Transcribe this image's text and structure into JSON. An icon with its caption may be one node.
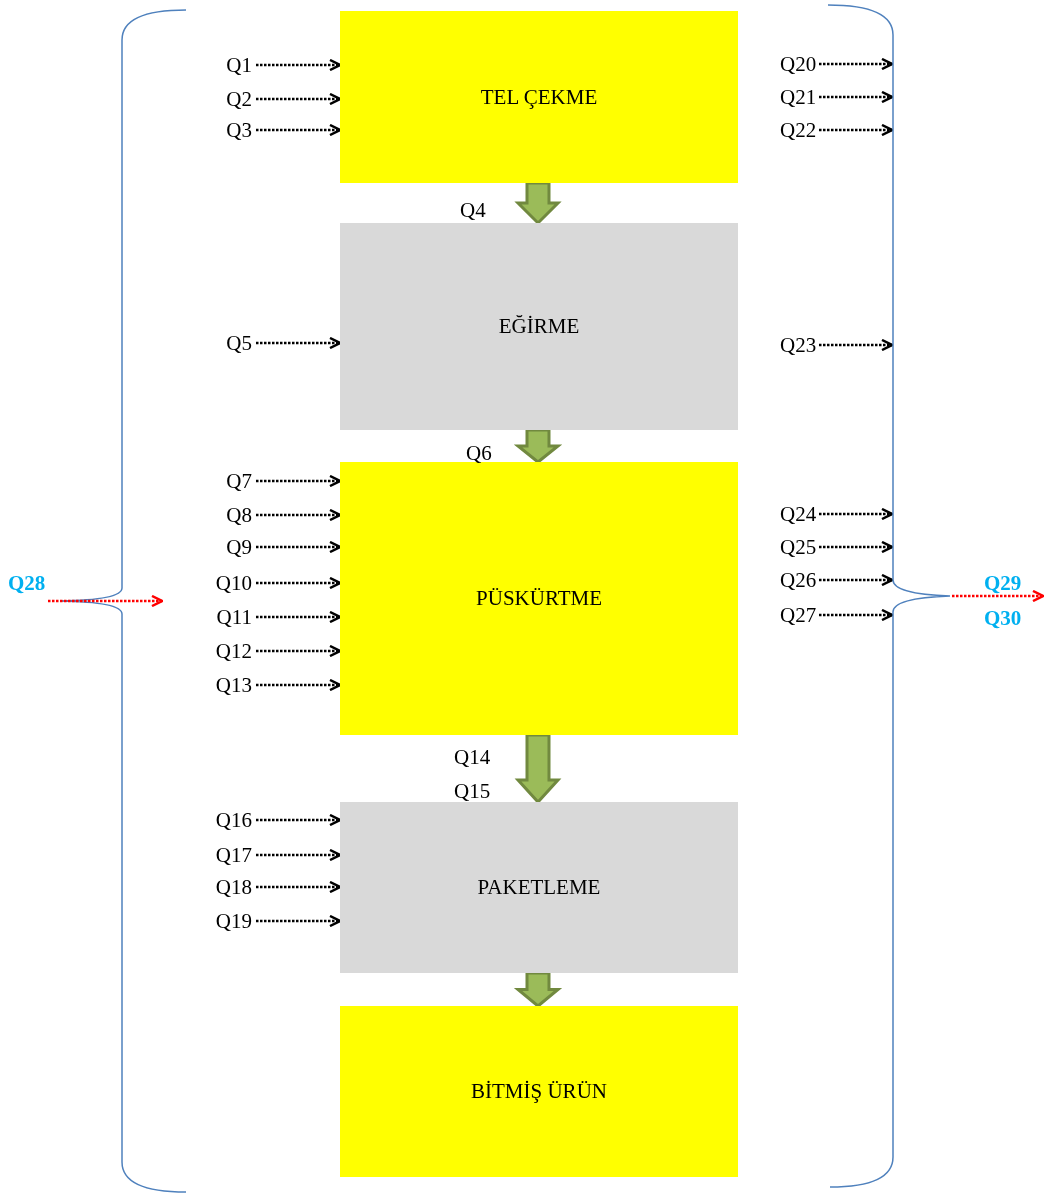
{
  "diagram": {
    "nodes": [
      {
        "text": [
          "TEL ÇEKME"
        ]
      },
      {
        "text": [
          "EĞİRME"
        ]
      },
      {
        "text": [
          "PÜSKÜRTME"
        ]
      },
      {
        "text": [
          "PAKETLEME"
        ]
      },
      {
        "text": [
          "BİTMİŞ ÜRÜN"
        ]
      },
      {
        "text": [],
        "shape": "bracket"
      },
      {
        "text": [
          "Q1"
        ]
      },
      {
        "text": [
          "Q2"
        ]
      },
      {
        "text": [
          "Q3"
        ]
      },
      {
        "text": [
          "Q5"
        ]
      },
      {
        "text": [
          "Q7"
        ]
      },
      {
        "text": [
          "Q8"
        ]
      },
      {
        "text": [
          "Q9"
        ]
      },
      {
        "text": [
          "Q10"
        ]
      },
      {
        "text": [
          "Q11"
        ]
      },
      {
        "text": [
          "Q12"
        ]
      },
      {
        "text": [
          "Q13"
        ]
      },
      {
        "text": [
          "Q16"
        ]
      },
      {
        "text": [
          "Q17"
        ]
      },
      {
        "text": [
          "Q18"
        ]
      },
      {
        "text": [
          "Q19"
        ]
      },
      {
        "text": [
          "Q20"
        ]
      },
      {
        "text": [
          "Q21"
        ]
      },
      {
        "text": [
          "Q22"
        ]
      },
      {
        "text": [
          "Q23"
        ]
      },
      {
        "text": [
          "Q24"
        ]
      },
      {
        "text": [
          "Q25"
        ]
      },
      {
        "text": [
          "Q26"
        ]
      },
      {
        "text": [
          "Q27"
        ]
      },
      {
        "text": [
          "Q28"
        ]
      }
    ],
    "edges": [
      {
        "from": 0,
        "to": 1,
        "arrow": "to",
        "label": "Q4",
        "style": "thick",
        "color": "#9bbb59"
      },
      {
        "from": 1,
        "to": 2,
        "arrow": "to",
        "label": "Q6",
        "style": "thick",
        "color": "#9bbb59"
      },
      {
        "from": 2,
        "to": 3,
        "arrow": "to",
        "label": "Q14 Q15",
        "style": "thick",
        "color": "#9bbb59"
      },
      {
        "from": 3,
        "to": 4,
        "arrow": "to",
        "style": "thick",
        "color": "#9bbb59"
      },
      {
        "from": 6,
        "to": 0,
        "arrow": "to",
        "style": "dashed"
      },
      {
        "from": 7,
        "to": 0,
        "arrow": "to",
        "style": "dashed"
      },
      {
        "from": 8,
        "to": 0,
        "arrow": "to",
        "style": "dashed"
      },
      {
        "from": 9,
        "to": 1,
        "arrow": "to",
        "style": "dashed"
      },
      {
        "from": 10,
        "to": 2,
        "arrow": "to",
        "style": "dashed"
      },
      {
        "from": 11,
        "to": 2,
        "arrow": "to",
        "style": "dashed"
      },
      {
        "from": 12,
        "to": 2,
        "arrow": "to",
        "style": "dashed"
      },
      {
        "from": 13,
        "to": 2,
        "arrow": "to",
        "style": "dashed"
      },
      {
        "from": 14,
        "to": 2,
        "arrow": "to",
        "style": "dashed"
      },
      {
        "from": 15,
        "to": 2,
        "arrow": "to",
        "style": "dashed"
      },
      {
        "from": 16,
        "to": 2,
        "arrow": "to",
        "style": "dashed"
      },
      {
        "from": 17,
        "to": 3,
        "arrow": "to",
        "style": "dashed"
      },
      {
        "from": 18,
        "to": 3,
        "arrow": "to",
        "style": "dashed"
      },
      {
        "from": 19,
        "to": 3,
        "arrow": "to",
        "style": "dashed"
      },
      {
        "from": 20,
        "to": 3,
        "arrow": "to",
        "style": "dashed"
      },
      {
        "from": 21,
        "to": 5,
        "arrow": "to",
        "style": "dashed"
      },
      {
        "from": 22,
        "to": 5,
        "arrow": "to",
        "style": "dashed"
      },
      {
        "from": 23,
        "to": 5,
        "arrow": "to",
        "style": "dashed"
      },
      {
        "from": 24,
        "to": 5,
        "arrow": "to",
        "style": "dashed"
      },
      {
        "from": 25,
        "to": 5,
        "arrow": "to",
        "style": "dashed"
      },
      {
        "from": 26,
        "to": 5,
        "arrow": "to",
        "style": "dashed"
      },
      {
        "from": 27,
        "to": 5,
        "arrow": "to",
        "style": "dashed"
      },
      {
        "from": 28,
        "to": 5,
        "arrow": "to",
        "style": "dashed"
      },
      {
        "from": 29,
        "to": null,
        "arrow": "to",
        "style": "dashed",
        "color": "#ff0000"
      },
      {
        "from": 5,
        "to": null,
        "arrow": "to",
        "style": "dashed",
        "color": "#ff0000"
      }
    ],
    "labels": [
      "Q29",
      "Q30"
    ]
  }
}
